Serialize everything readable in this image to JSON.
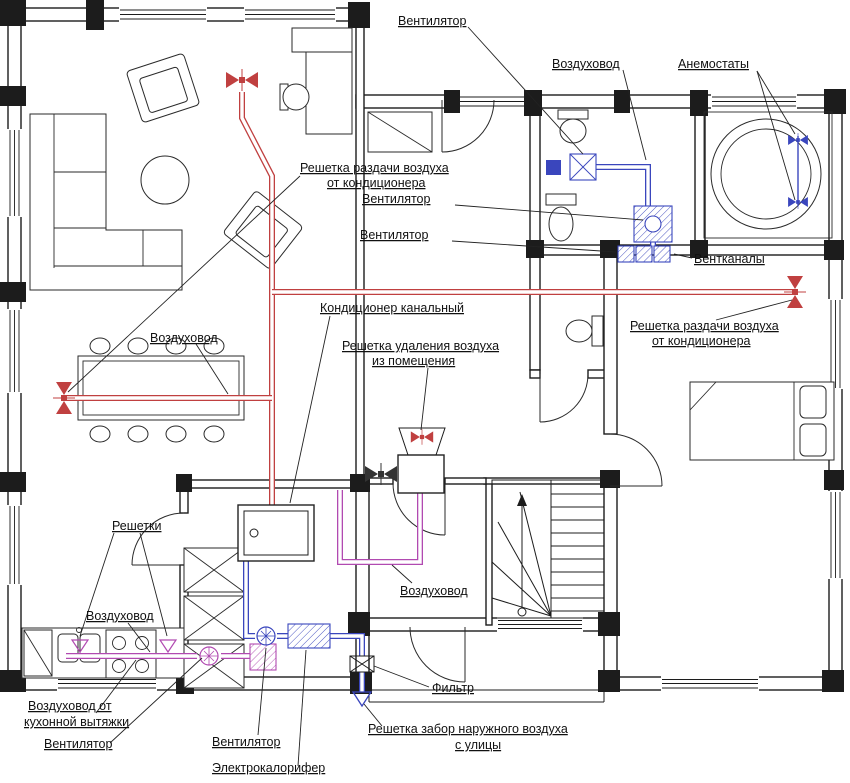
{
  "labels": {
    "fan_top": "Вентилятор",
    "duct_bath": "Воздуховод",
    "anemostats": "Анемостаты",
    "supply_left1": "Решетка раздачи воздуха",
    "supply_left2": "от кондиционера",
    "fan_bath1": "Вентилятор",
    "fan_bath2": "Вентилятор",
    "vent_channels": "Вентканалы",
    "supply_right1": "Решетка раздачи воздуха",
    "supply_right2": "от кондиционера",
    "duct_dining": "Воздуховод",
    "ac_unit": "Кондиционер канальный",
    "exhaust1": "Решетка удаления воздуха",
    "exhaust2": "из помещения",
    "grilles": "Решетки",
    "duct_kitchen": "Воздуховод",
    "duct_center": "Воздуховод",
    "hood1": "Воздуховод от",
    "hood2": "кухонной вытяжки",
    "fan_kitchen": "Вентилятор",
    "fan_supply": "Вентилятор",
    "filter": "Фильтр",
    "intake1": "Решетка забор наружного воздуха",
    "intake2": "с улицы",
    "heater": "Электрокалорифер"
  },
  "colors": {
    "wall": "#1c1c1c",
    "supply_duct": "#c04040",
    "fresh_air_duct": "#3a46bd",
    "exhaust_duct": "#b14ab1",
    "text": "#111111",
    "background": "#ffffff"
  }
}
